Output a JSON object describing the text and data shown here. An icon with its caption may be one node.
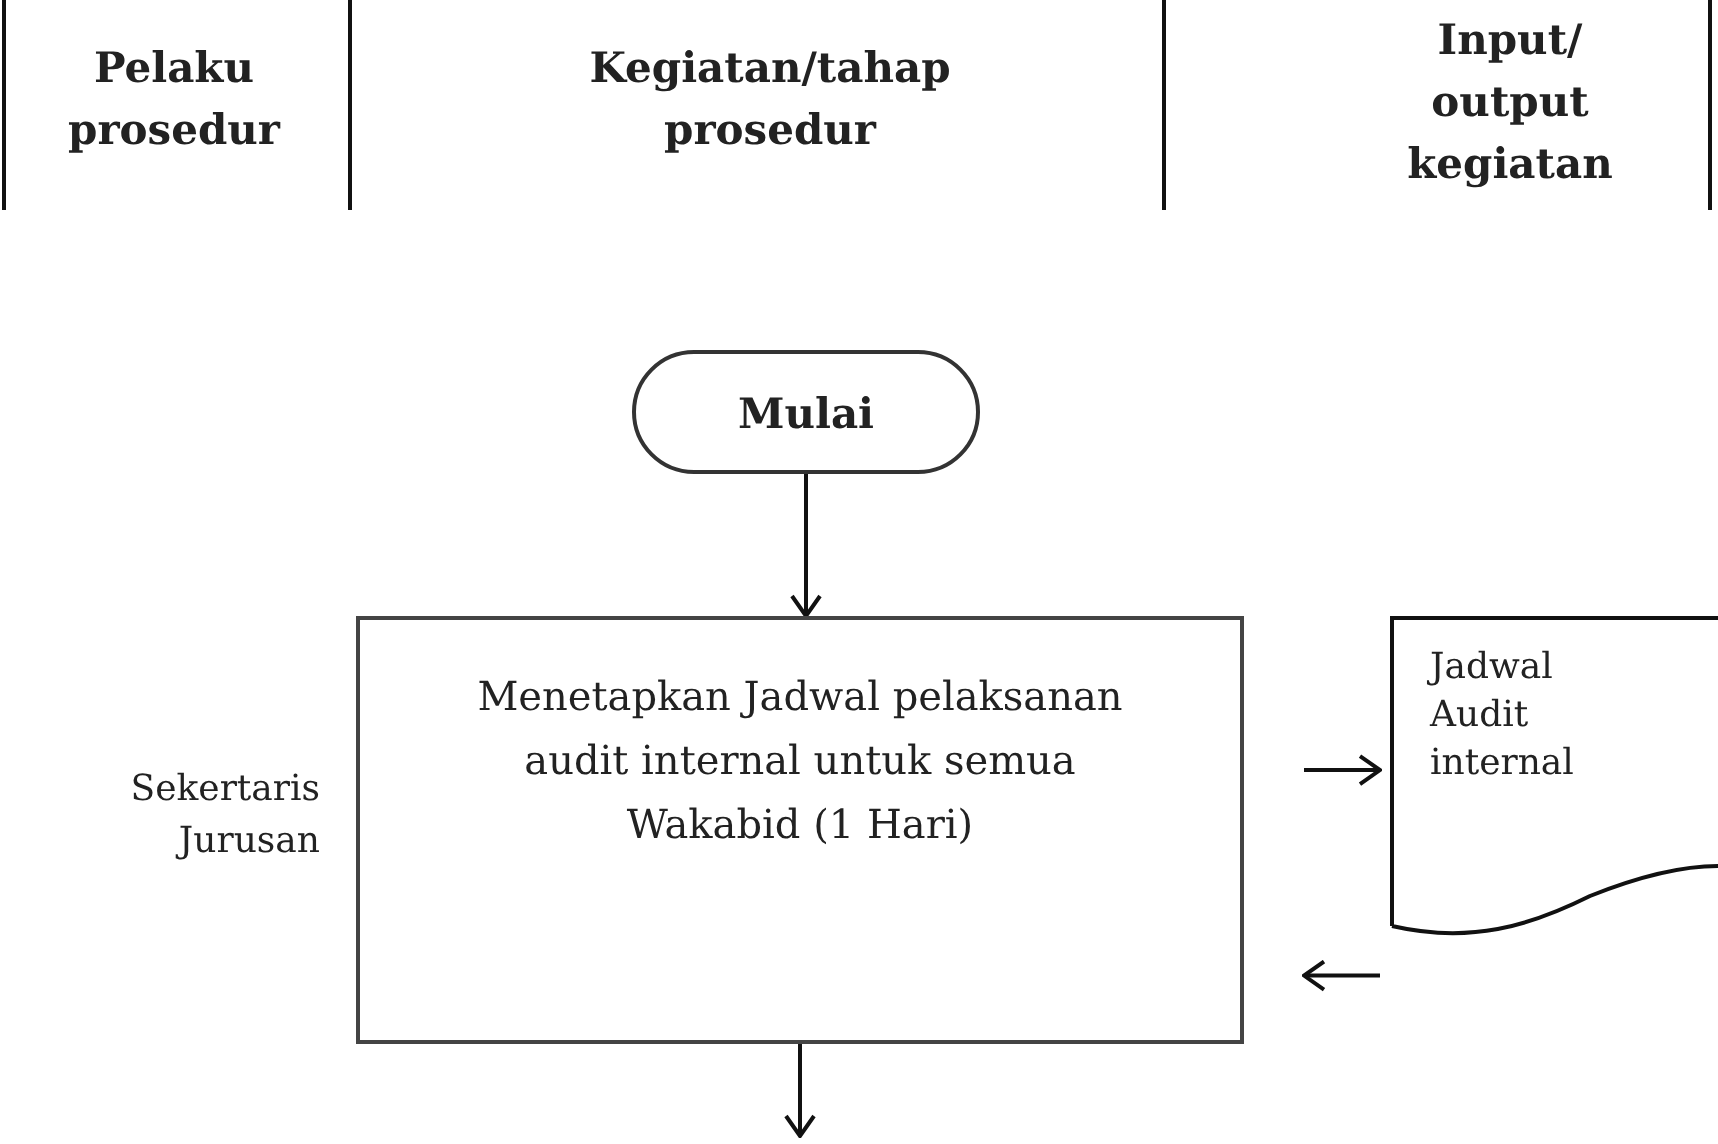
{
  "diagram": {
    "nodes": [
      {
        "text": [
          "Mulai"
        ]
      },
      {
        "text": [
          "Menetapkan Jadwal pelaksanan audit internal untuk semua Wakabid (1 Hari)"
        ]
      },
      {
        "text": [
          "Jadwal Audit internal"
        ]
      }
    ],
    "edges": [
      {
        "from": 0,
        "to": 1,
        "arrow": "to"
      },
      {
        "from": 1,
        "to": 2,
        "arrow": "to"
      },
      {
        "from": 2,
        "to": 1,
        "arrow": "to"
      },
      {
        "from": 1,
        "to": null,
        "arrow": "to"
      }
    ],
    "labels": [
      "Pelaku prosedur",
      "Kegiatan/tahap prosedur",
      "Input/ output kegiatan",
      "Sekertaris Jurusan"
    ]
  }
}
